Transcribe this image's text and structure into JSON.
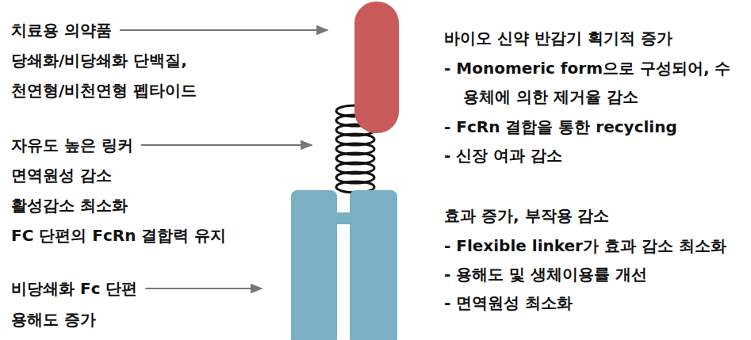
{
  "diagram": {
    "labels": [
      "치료용 의약품",
      "당쇄화/비당쇄화 단백질,",
      "천연형/비천연형 펩타이드",
      "자유도 높은 링커",
      "면역원성 감소",
      "활성감소 최소화",
      "FC 단편의 FcRn 결합력 유지",
      "비당쇄화 Fc 단편",
      "용해도 증가",
      "바이오 신약 반감기 획기적 증가",
      "- Monomeric form으로 구성되어, 수용체에 의한 제거율 감소",
      "- FcRn 결합을 통한 recycling",
      "- 신장 여과 감소",
      "효과 증가, 부작용 감소",
      "- Flexible linker가 효과 감소 최소화",
      "- 용해도 및 생체이용률 개선",
      "- 면역원성 최소화"
    ]
  }
}
